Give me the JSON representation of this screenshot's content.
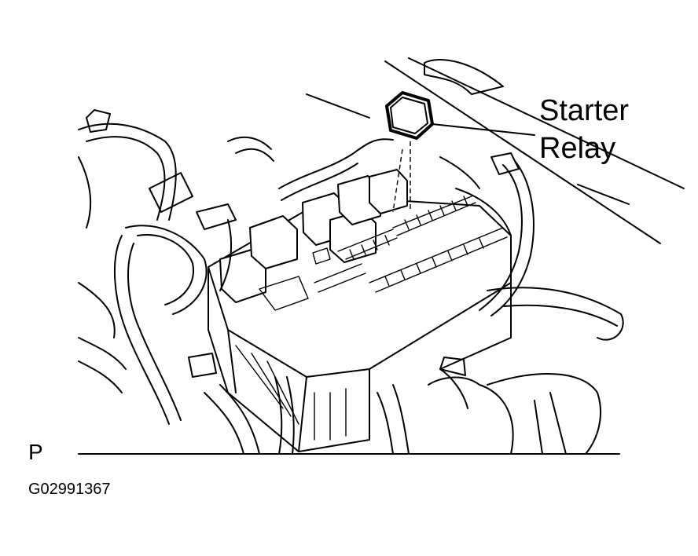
{
  "callout": {
    "line1": "Starter",
    "line2": "Relay"
  },
  "view_letter": "P",
  "figure_id": "G02991367"
}
